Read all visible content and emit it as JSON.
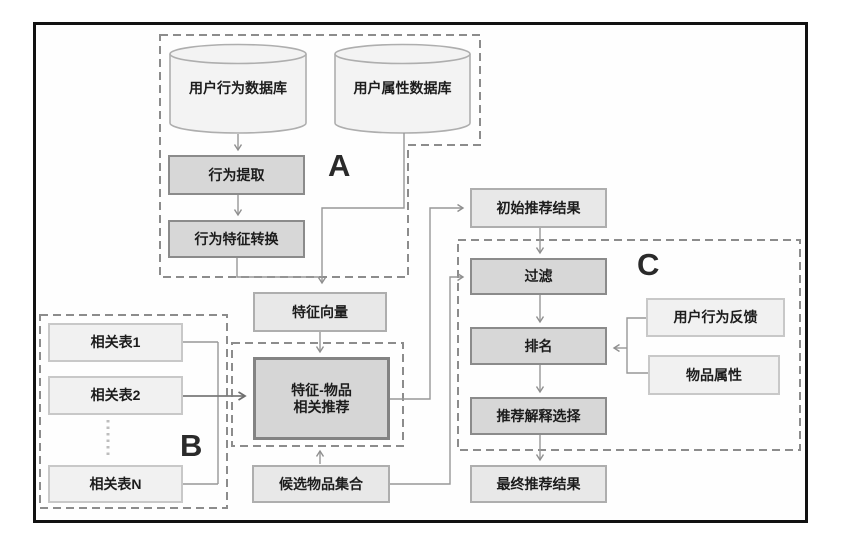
{
  "diagram": {
    "title_hint": "recommendation pipeline flowchart",
    "group_labels": {
      "a": "A",
      "b": "B",
      "c": "C"
    },
    "databases": {
      "user_behavior_db": "用户行为数据库",
      "user_attribute_db": "用户属性数据库"
    },
    "boxes": {
      "behavior_extraction": "行为提取",
      "behavior_feature_conversion": "行为特征转换",
      "feature_vector": "特征向量",
      "feature_item_line1": "特征-物品",
      "feature_item_line2": "相关推荐",
      "related_table_1": "相关表1",
      "related_table_2": "相关表2",
      "related_table_n": "相关表N",
      "candidate_item_set": "候选物品集合",
      "initial_result": "初始推荐结果",
      "filter": "过滤",
      "ranking": "排名",
      "explanation_selection": "推荐解释选择",
      "final_result": "最终推荐结果",
      "user_behavior_feedback": "用户行为反馈",
      "item_attributes": "物品属性"
    },
    "colors": {
      "frame_border": "#111111",
      "dashed_group": "#8c8c8c",
      "connector": "#979797",
      "box_dark_fill": "#d7d7d7",
      "box_dark_border": "#8b8b8b",
      "box_mid_fill": "#e8e8e8",
      "box_light_fill": "#f1f1f1",
      "cylinder_fill": "#f3f3f3",
      "text": "#1c1c1c"
    }
  }
}
